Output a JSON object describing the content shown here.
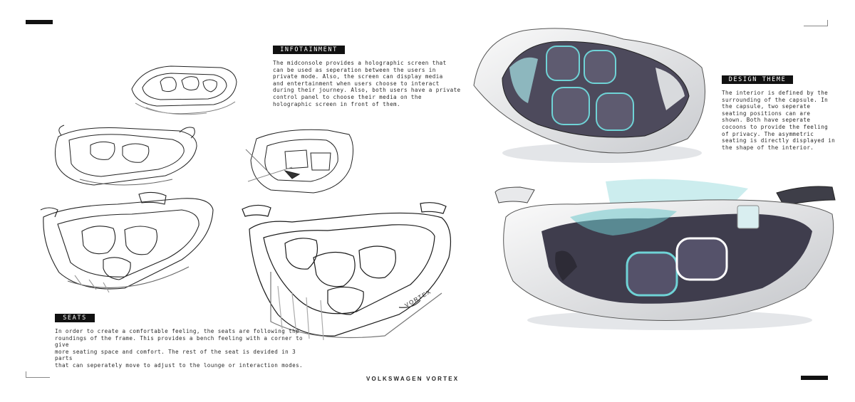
{
  "infotainment": {
    "heading": "INFOTAINMENT",
    "body": "The midconsole provides a holographic screen that\ncan be used as seperation between the users in\nprivate mode. Also, the screen can display media\nand entertainment when users choose to interact\nduring their journey. Also, both users have a private\ncontrol panel to choose their media on the\nholographic screen in front of them."
  },
  "design_theme": {
    "heading": "DESIGN THEME",
    "body": "The interior is defined by the\nsurrounding of the capsule. In\nthe capsule, two seperate\nseating positions can are\nshown. Both have  seperate\ncocoons to provide the feeling\nof privacy. The asymmetric\nseating is directly displayed in\nthe shape of the interior."
  },
  "seats": {
    "heading": "SEATS",
    "body": "In order to create a comfortable feeling, the seats are following the\nroundings of the frame. This provides a bench feeling with a corner to give\nmore seating space and comfort. The rest of the seat is devided in 3 parts\nthat can seperately move to adjust to the lounge or interaction modes."
  },
  "footer": {
    "brand": "VOLKSWAGEN VORTEX"
  },
  "sketch_label": "VORTEX",
  "colors": {
    "accent_teal": "#6fd3d6",
    "seat_dark": "#4d4a5c",
    "ink": "#111111"
  }
}
